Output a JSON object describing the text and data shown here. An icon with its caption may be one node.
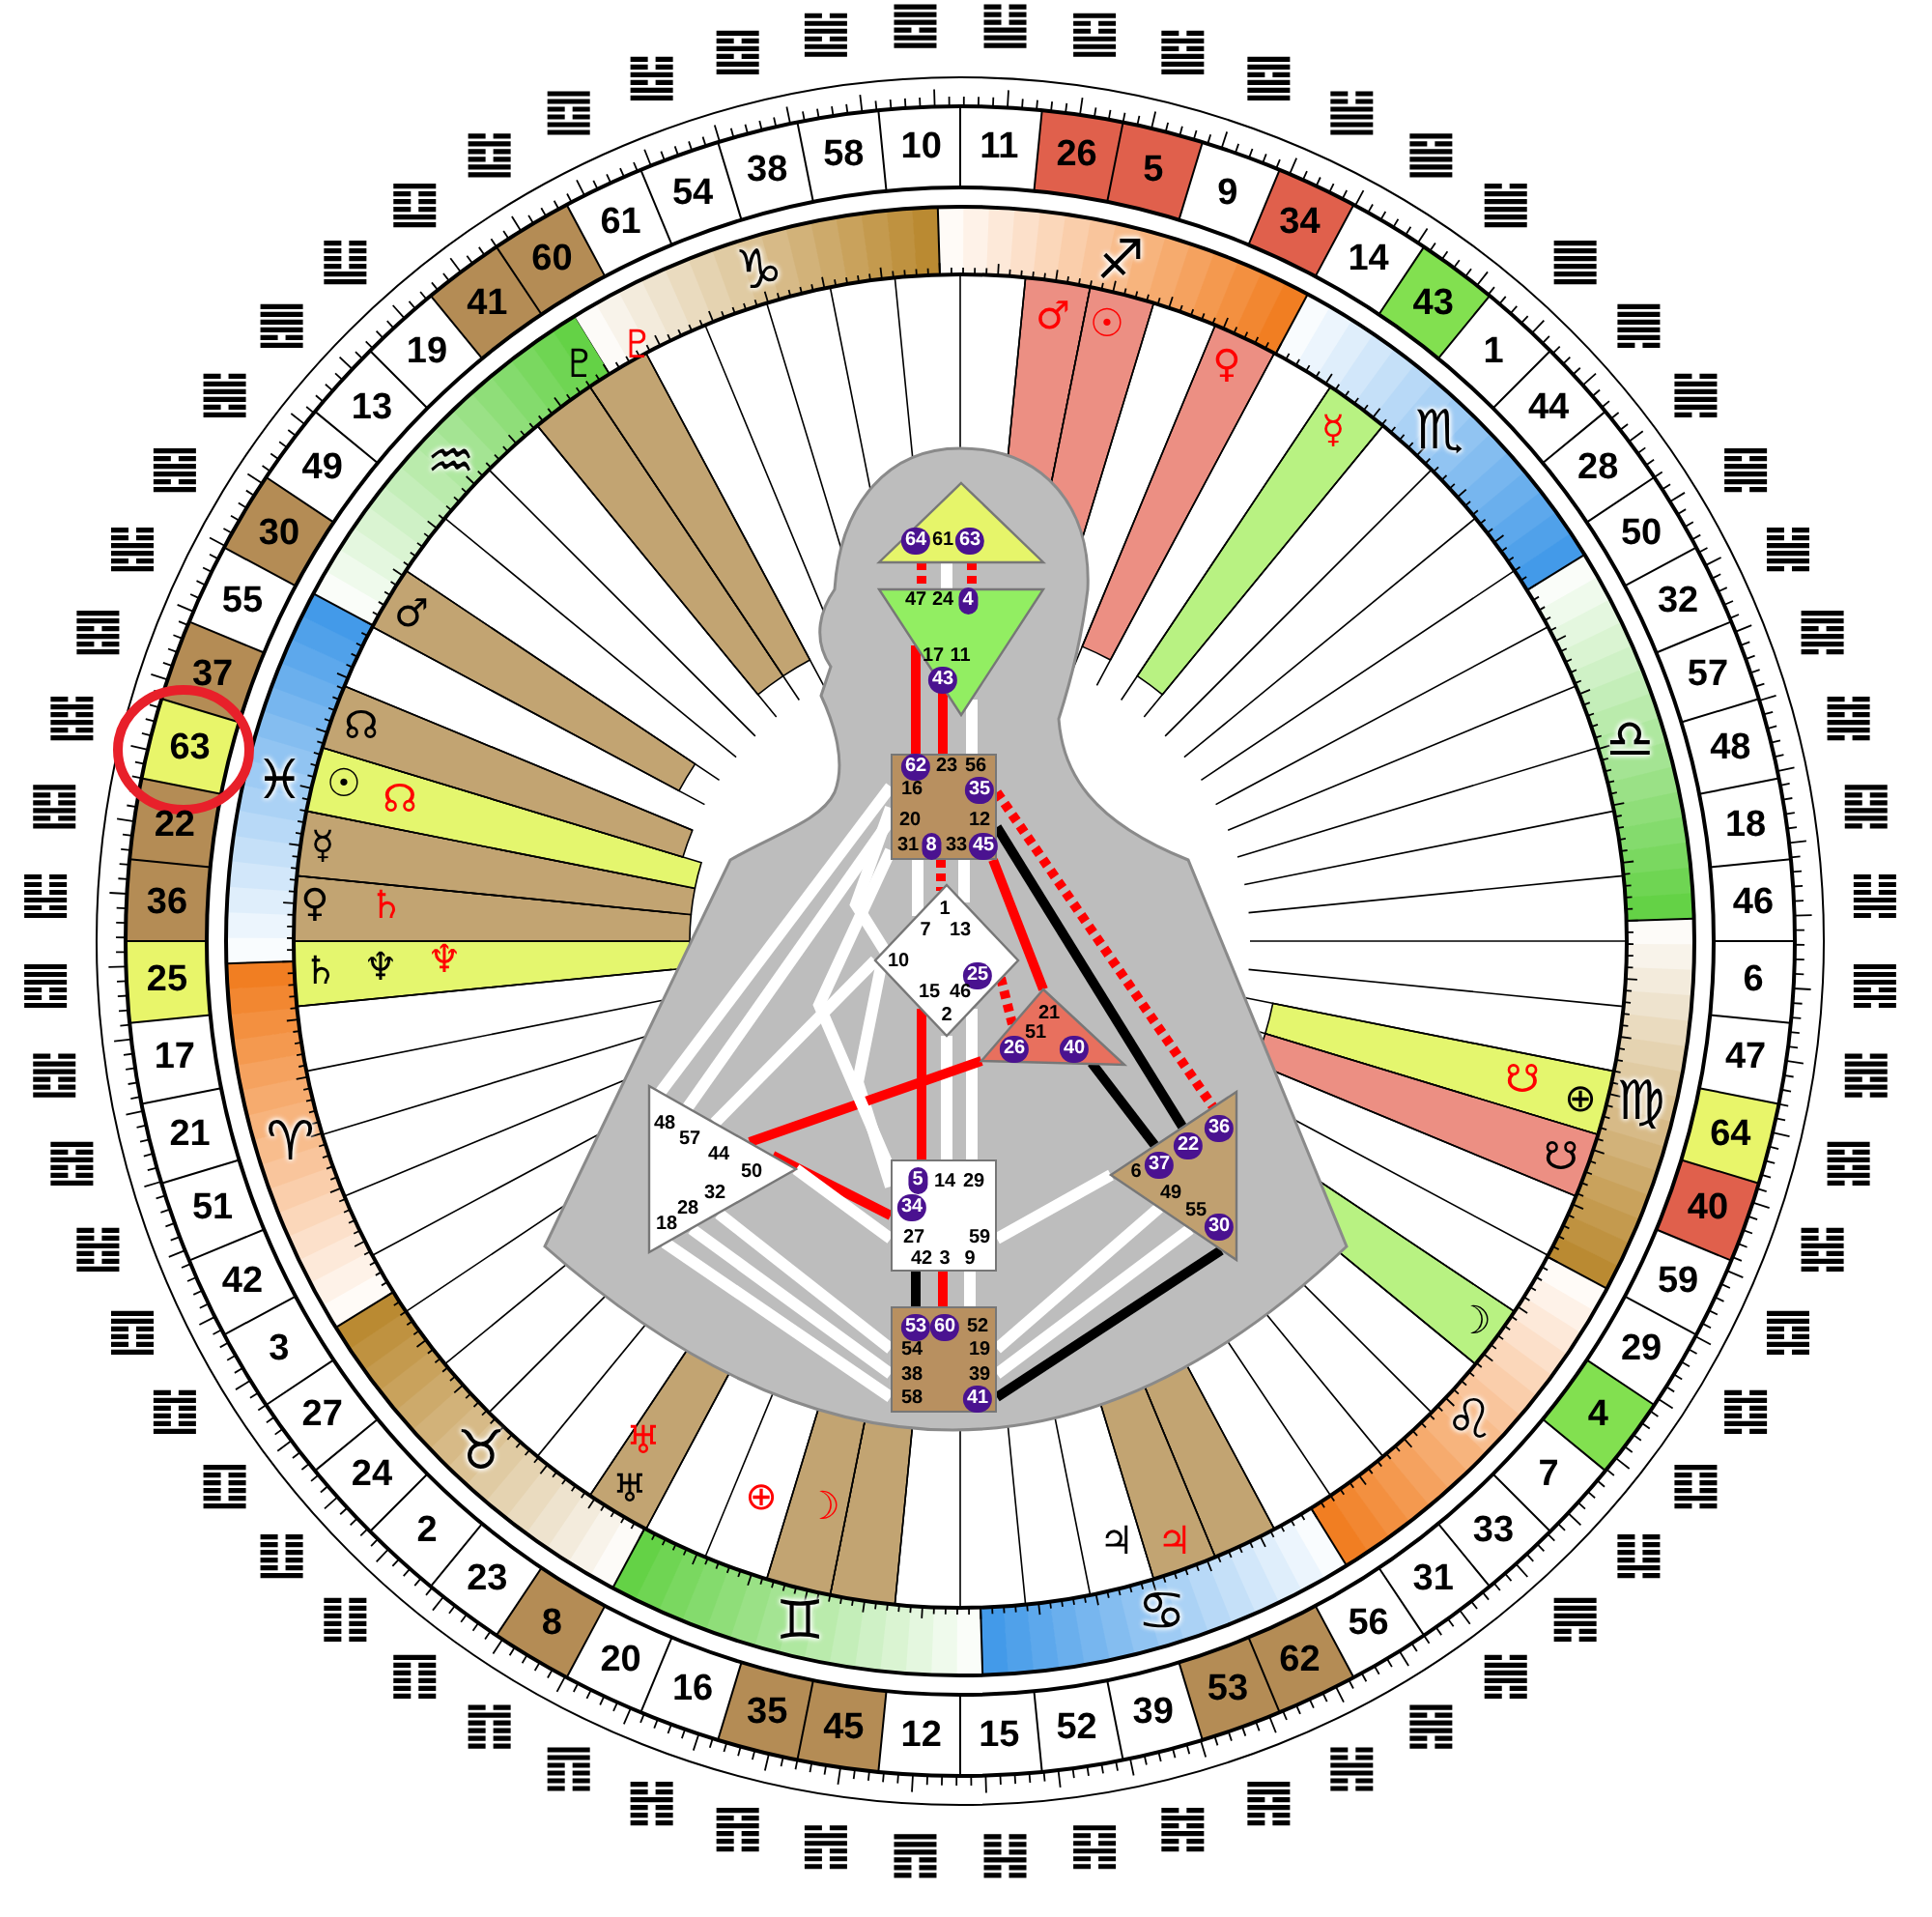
{
  "diagram": {
    "nodes": [
      {
        "text": [
          "64",
          "61",
          "63"
        ]
      },
      {
        "text": [
          "47",
          "24",
          "4",
          "17",
          "11",
          "43"
        ]
      },
      {
        "text": [
          "62",
          "23",
          "56",
          "16",
          "35",
          "20",
          "12",
          "31",
          "8",
          "33",
          "45"
        ]
      },
      {
        "text": [
          "1",
          "7",
          "13",
          "10",
          "25",
          "15",
          "46",
          "2"
        ]
      },
      {
        "text": [
          "21",
          "51",
          "26",
          "40"
        ]
      },
      {
        "text": [
          "48",
          "57",
          "44",
          "50",
          "32",
          "28",
          "18"
        ]
      },
      {
        "text": [
          "5",
          "14",
          "29",
          "34",
          "27",
          "59",
          "42",
          "3",
          "9"
        ]
      },
      {
        "text": [
          "36",
          "22",
          "37",
          "6",
          "49",
          "55",
          "30"
        ]
      },
      {
        "text": [
          "53",
          "60",
          "52",
          "54",
          "19",
          "38",
          "39",
          "58",
          "41"
        ]
      }
    ],
    "edges": [
      {
        "from": 0,
        "to": 1,
        "arrow": "none",
        "style": "dashed",
        "color": "#ff0000"
      },
      {
        "from": 0,
        "to": 1,
        "arrow": "none"
      },
      {
        "from": 0,
        "to": 1,
        "arrow": "none",
        "style": "dashed",
        "color": "#ff0000"
      },
      {
        "from": 1,
        "to": 2,
        "arrow": "none",
        "color": "#ff0000"
      },
      {
        "from": 1,
        "to": 2,
        "arrow": "none",
        "color": "#ff0000"
      },
      {
        "from": 1,
        "to": 2,
        "arrow": "none"
      },
      {
        "from": 2,
        "to": 3,
        "arrow": "none"
      },
      {
        "from": 2,
        "to": 3,
        "arrow": "none",
        "style": "dashed",
        "color": "#ff0000"
      },
      {
        "from": 2,
        "to": 3,
        "arrow": "none"
      },
      {
        "from": 2,
        "to": 4,
        "arrow": "none",
        "color": "#ff0000"
      },
      {
        "from": 2,
        "to": 7,
        "arrow": "none",
        "style": "dashed",
        "color": "#ff0000"
      },
      {
        "from": 2,
        "to": 7,
        "arrow": "none",
        "color": "#000000"
      },
      {
        "from": 2,
        "to": 5,
        "arrow": "none"
      },
      {
        "from": 2,
        "to": 5,
        "arrow": "none"
      },
      {
        "from": 3,
        "to": 5,
        "arrow": "none"
      },
      {
        "from": 3,
        "to": 2,
        "arrow": "none"
      },
      {
        "from": 3,
        "to": 6,
        "arrow": "none"
      },
      {
        "from": 3,
        "to": 4,
        "arrow": "none",
        "style": "dashed",
        "color": "#ff0000"
      },
      {
        "from": 3,
        "to": 6,
        "arrow": "none",
        "color": "#ff0000"
      },
      {
        "from": 3,
        "to": 6,
        "arrow": "none"
      },
      {
        "from": 3,
        "to": 6,
        "arrow": "none"
      },
      {
        "from": 4,
        "to": 5,
        "arrow": "none",
        "color": "#ff0000"
      },
      {
        "from": 4,
        "to": 7,
        "arrow": "none",
        "color": "#000000"
      },
      {
        "from": 5,
        "to": 6,
        "arrow": "none",
        "color": "#ff0000"
      },
      {
        "from": 5,
        "to": 6,
        "arrow": "none"
      },
      {
        "from": 6,
        "to": 7,
        "arrow": "none"
      },
      {
        "from": 6,
        "to": 8,
        "arrow": "none",
        "color": "#000000"
      },
      {
        "from": 6,
        "to": 8,
        "arrow": "none",
        "color": "#ff0000"
      },
      {
        "from": 6,
        "to": 8,
        "arrow": "none"
      },
      {
        "from": 8,
        "to": 5,
        "arrow": "none"
      },
      {
        "from": 8,
        "to": 5,
        "arrow": "none"
      },
      {
        "from": 8,
        "to": 5,
        "arrow": "none"
      },
      {
        "from": 8,
        "to": 7,
        "arrow": "none"
      },
      {
        "from": 8,
        "to": 7,
        "arrow": "none"
      },
      {
        "from": 8,
        "to": 7,
        "arrow": "none",
        "color": "#000000"
      },
      {
        "from": 6,
        "to": 2,
        "arrow": "none"
      }
    ],
    "labels": [
      "10",
      "11",
      "26",
      "5",
      "9",
      "34",
      "14",
      "43",
      "1",
      "44",
      "28",
      "50",
      "32",
      "57",
      "48",
      "18",
      "46",
      "6",
      "47",
      "64",
      "40",
      "59",
      "29",
      "4",
      "7",
      "33",
      "31",
      "56",
      "62",
      "53",
      "39",
      "52",
      "15",
      "12",
      "45",
      "35",
      "16",
      "20",
      "8",
      "23",
      "2",
      "24",
      "27",
      "3",
      "42",
      "51",
      "21",
      "17",
      "25",
      "36",
      "22",
      "63",
      "37",
      "55",
      "30",
      "49",
      "13",
      "19",
      "41",
      "60",
      "61",
      "54",
      "38",
      "58",
      "♑",
      "♐",
      "♏",
      "♎",
      "♍",
      "♌",
      "♋",
      "♊",
      "♉",
      "♈",
      "♓",
      "♒",
      "♂",
      "☉",
      "♀",
      "☿",
      "☋",
      "⊕",
      "☋",
      "☽",
      "♃",
      "♃",
      "☽",
      "⊕",
      "♅",
      "♅",
      "♆",
      "♆",
      "♄",
      "♄",
      "♀",
      "☿",
      "☊",
      "☉",
      "☊",
      "♂",
      "♇",
      "♇"
    ]
  }
}
